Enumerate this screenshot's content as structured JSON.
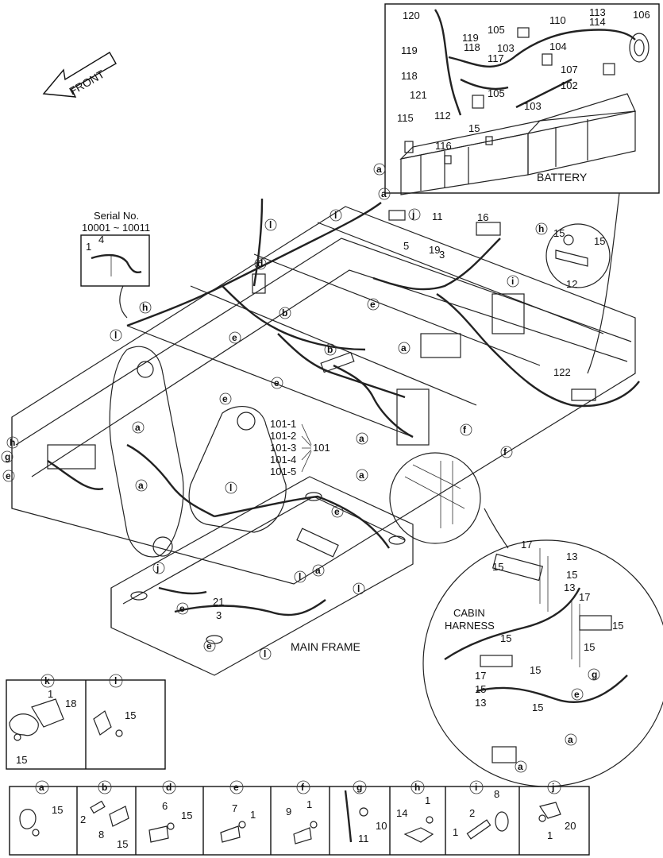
{
  "labels": {
    "front": "FRONT",
    "battery": "BATTERY",
    "main_frame": "MAIN FRAME",
    "cabin_harness_1": "CABIN",
    "cabin_harness_2": "HARNESS",
    "serial_1": "Serial No.",
    "serial_2": "10001 ~ 10011"
  },
  "battery_callouts": [
    "120",
    "110",
    "113",
    "114",
    "106",
    "105",
    "119",
    "118",
    "117",
    "103",
    "104",
    "107",
    "102",
    "121",
    "105",
    "103",
    "115",
    "112",
    "116",
    "15"
  ],
  "main_callouts": [
    "11",
    "16",
    "5",
    "19",
    "3",
    "15",
    "15",
    "12",
    "122",
    "101-1",
    "101-2",
    "101-3",
    "101-4",
    "101-5",
    "101",
    "21",
    "3",
    "4",
    "1"
  ],
  "cabin_callouts": [
    "17",
    "13",
    "15",
    "15",
    "13",
    "17",
    "15",
    "15",
    "15",
    "17",
    "15",
    "13",
    "15"
  ],
  "detail_k": {
    "letter": "k",
    "parts": [
      "1",
      "18",
      "15"
    ]
  },
  "detail_l": {
    "letter": "l",
    "parts": [
      "15"
    ]
  },
  "details": [
    {
      "letter": "a",
      "parts": [
        "15"
      ]
    },
    {
      "letter": "b",
      "parts": [
        "2",
        "8",
        "15"
      ]
    },
    {
      "letter": "d",
      "parts": [
        "6",
        "15"
      ]
    },
    {
      "letter": "e",
      "parts": [
        "7",
        "1"
      ]
    },
    {
      "letter": "f",
      "parts": [
        "9",
        "1"
      ]
    },
    {
      "letter": "g",
      "parts": [
        "11",
        "10"
      ]
    },
    {
      "letter": "h",
      "parts": [
        "14",
        "1"
      ]
    },
    {
      "letter": "i",
      "parts": [
        "8",
        "2",
        "1"
      ]
    },
    {
      "letter": "j",
      "parts": [
        "1",
        "20"
      ]
    }
  ],
  "letter_tags": [
    "a",
    "b",
    "d",
    "e",
    "f",
    "g",
    "h",
    "i",
    "j",
    "k",
    "l"
  ]
}
